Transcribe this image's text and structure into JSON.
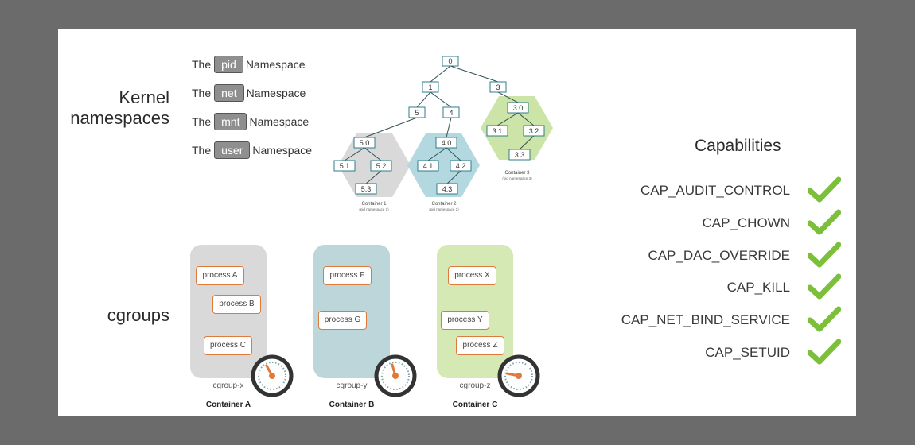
{
  "kernel_namespaces": {
    "title_line1": "Kernel",
    "title_line2": "namespaces",
    "prefix": "The",
    "suffix": "Namespace",
    "items": [
      "pid",
      "net",
      "mnt",
      "user"
    ]
  },
  "pid_tree": {
    "nodes": [
      "0",
      "1",
      "3",
      "5",
      "4",
      "5.0",
      "5.1",
      "5.2",
      "5.3",
      "4.0",
      "4.1",
      "4.2",
      "4.3",
      "3.0",
      "3.1",
      "3.2",
      "3.3"
    ],
    "containers": [
      {
        "name": "Container 1",
        "sub": "(pid namespace 1)",
        "color": "#d9d9d9"
      },
      {
        "name": "Container 2",
        "sub": "(pid namespace 2)",
        "color": "#b4d8df"
      },
      {
        "name": "Container 3",
        "sub": "(pid namespace 3)",
        "color": "#cde4a8"
      }
    ]
  },
  "cgroups": {
    "title": "cgroups",
    "groups": [
      {
        "cgroup": "cgroup-x",
        "container": "Container A",
        "color": "#d9d9d9",
        "processes": [
          "process A",
          "process B",
          "process C"
        ]
      },
      {
        "cgroup": "cgroup-y",
        "container": "Container B",
        "color": "#bcd6da",
        "processes": [
          "process F",
          "process G"
        ]
      },
      {
        "cgroup": "cgroup-z",
        "container": "Container C",
        "color": "#d5e9b5",
        "processes": [
          "process X",
          "process Y",
          "process Z"
        ]
      }
    ]
  },
  "capabilities": {
    "title": "Capabilities",
    "items": [
      "CAP_AUDIT_CONTROL",
      "CAP_CHOWN",
      "CAP_DAC_OVERRIDE",
      "CAP_KILL",
      "CAP_NET_BIND_SERVICE",
      "CAP_SETUID"
    ],
    "check_color": "#7cbf3a"
  },
  "colors": {
    "accent_orange": "#e07a3c",
    "node_border": "#2f7c8a"
  }
}
